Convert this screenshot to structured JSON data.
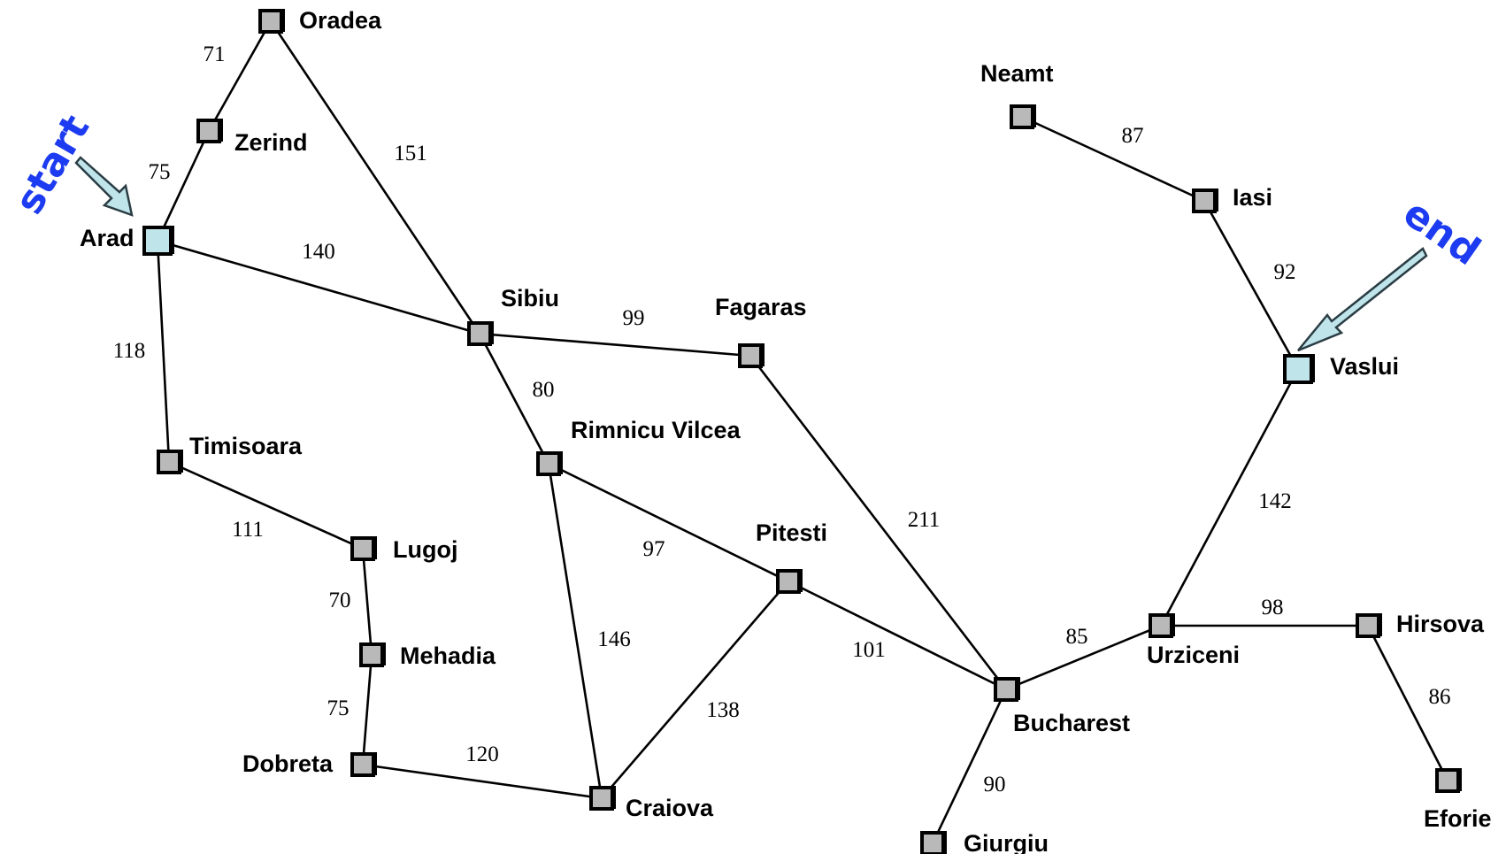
{
  "colors": {
    "node_fill": "#b9b9b9",
    "endpoint_fill": "#bfe4ea",
    "annotation_text": "#1d3bf0",
    "arrow_fill": "#bfe4ea"
  },
  "annotations": {
    "start": "start",
    "end": "end"
  },
  "cities": [
    {
      "id": "oradea",
      "label": "Oradea"
    },
    {
      "id": "zerind",
      "label": "Zerind"
    },
    {
      "id": "arad",
      "label": "Arad",
      "role": "start"
    },
    {
      "id": "timisoara",
      "label": "Timisoara"
    },
    {
      "id": "lugoj",
      "label": "Lugoj"
    },
    {
      "id": "mehadia",
      "label": "Mehadia"
    },
    {
      "id": "dobreta",
      "label": "Dobreta"
    },
    {
      "id": "craiova",
      "label": "Craiova"
    },
    {
      "id": "sibiu",
      "label": "Sibiu"
    },
    {
      "id": "fagaras",
      "label": "Fagaras"
    },
    {
      "id": "rimnicu",
      "label": "Rimnicu Vilcea"
    },
    {
      "id": "pitesti",
      "label": "Pitesti"
    },
    {
      "id": "bucharest",
      "label": "Bucharest"
    },
    {
      "id": "giurgiu",
      "label": "Giurgiu"
    },
    {
      "id": "urziceni",
      "label": "Urziceni"
    },
    {
      "id": "hirsova",
      "label": "Hirsova"
    },
    {
      "id": "eforie",
      "label": "Eforie"
    },
    {
      "id": "vaslui",
      "label": "Vaslui",
      "role": "end"
    },
    {
      "id": "iasi",
      "label": "Iasi"
    },
    {
      "id": "neamt",
      "label": "Neamt"
    }
  ],
  "roads": [
    {
      "from": "oradea",
      "to": "zerind",
      "distance": "71"
    },
    {
      "from": "zerind",
      "to": "arad",
      "distance": "75"
    },
    {
      "from": "oradea",
      "to": "sibiu",
      "distance": "151"
    },
    {
      "from": "arad",
      "to": "sibiu",
      "distance": "140"
    },
    {
      "from": "arad",
      "to": "timisoara",
      "distance": "118"
    },
    {
      "from": "timisoara",
      "to": "lugoj",
      "distance": "111"
    },
    {
      "from": "lugoj",
      "to": "mehadia",
      "distance": "70"
    },
    {
      "from": "mehadia",
      "to": "dobreta",
      "distance": "75"
    },
    {
      "from": "dobreta",
      "to": "craiova",
      "distance": "120"
    },
    {
      "from": "sibiu",
      "to": "fagaras",
      "distance": "99"
    },
    {
      "from": "sibiu",
      "to": "rimnicu",
      "distance": "80"
    },
    {
      "from": "rimnicu",
      "to": "pitesti",
      "distance": "97"
    },
    {
      "from": "rimnicu",
      "to": "craiova",
      "distance": "146"
    },
    {
      "from": "craiova",
      "to": "pitesti",
      "distance": "138"
    },
    {
      "from": "pitesti",
      "to": "bucharest",
      "distance": "101"
    },
    {
      "from": "fagaras",
      "to": "bucharest",
      "distance": "211"
    },
    {
      "from": "bucharest",
      "to": "giurgiu",
      "distance": "90"
    },
    {
      "from": "bucharest",
      "to": "urziceni",
      "distance": "85"
    },
    {
      "from": "urziceni",
      "to": "hirsova",
      "distance": "98"
    },
    {
      "from": "hirsova",
      "to": "eforie",
      "distance": "86"
    },
    {
      "from": "urziceni",
      "to": "vaslui",
      "distance": "142"
    },
    {
      "from": "vaslui",
      "to": "iasi",
      "distance": "92"
    },
    {
      "from": "iasi",
      "to": "neamt",
      "distance": "87"
    }
  ]
}
